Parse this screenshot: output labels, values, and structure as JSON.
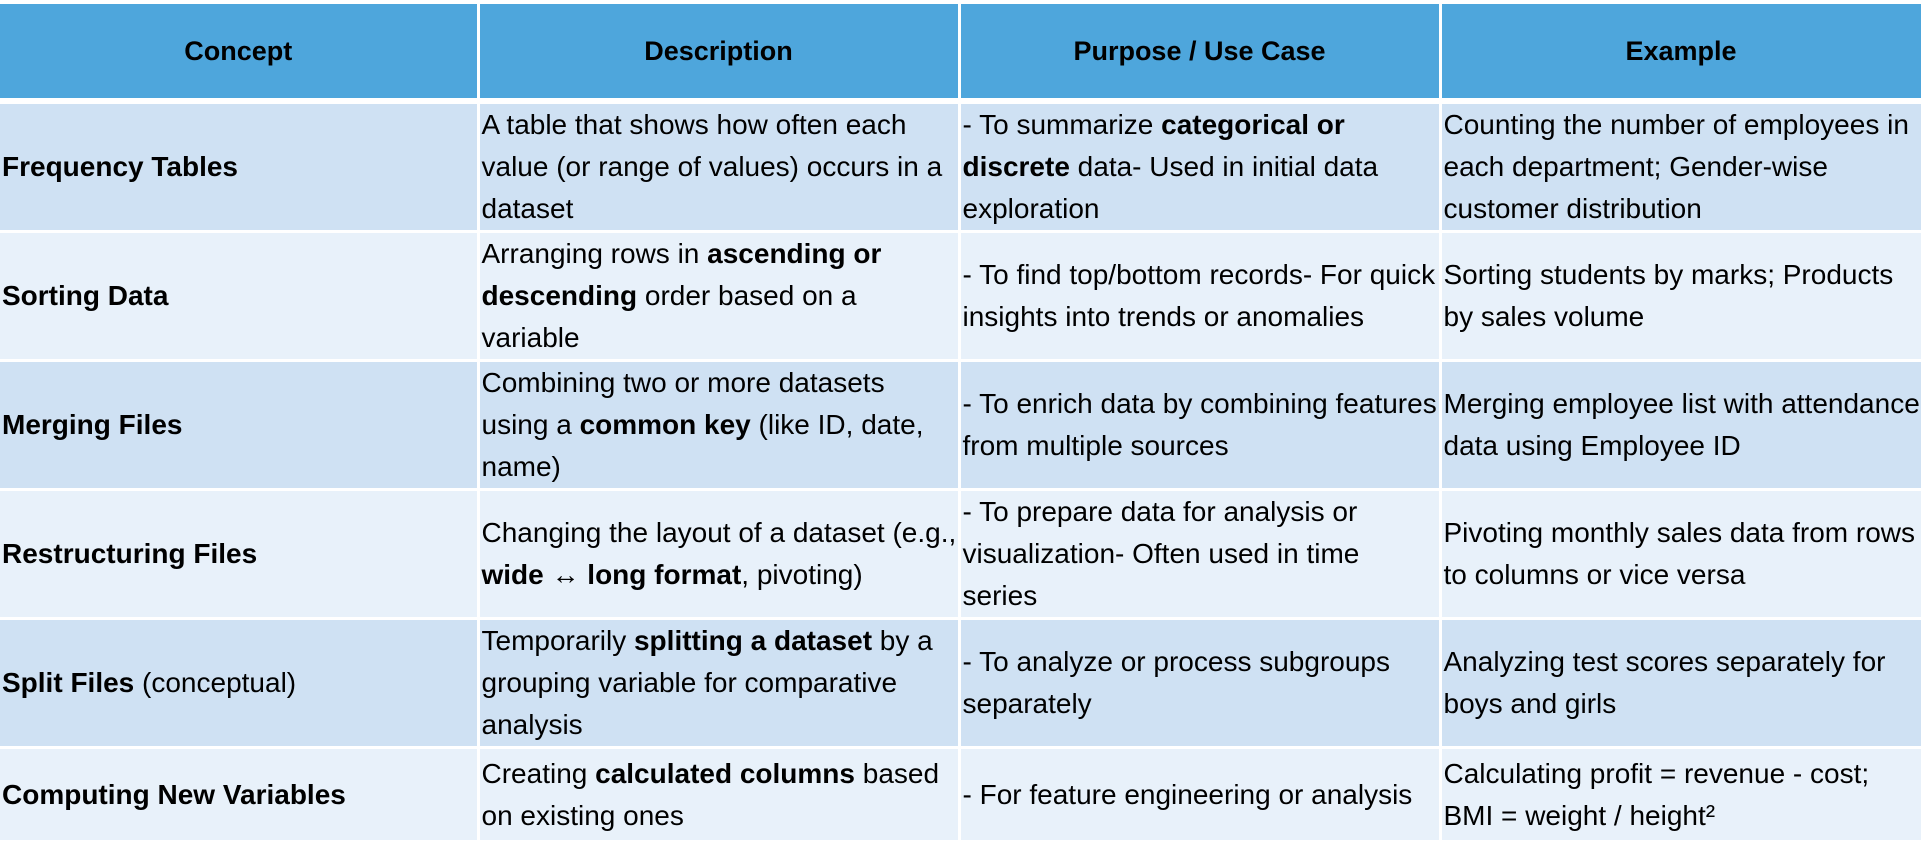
{
  "headers": [
    "Concept",
    "Description",
    "Purpose / Use Case",
    "Example"
  ],
  "rows": [
    {
      "concept": "Frequency Tables",
      "concept_suffix": "",
      "description": [
        "A table that shows how often each value (or range of values) occurs in a dataset"
      ],
      "purpose": [
        "- To summarize ",
        "categorical or discrete",
        " data- Used in initial data exploration"
      ],
      "example": "Counting the number of employees in each department; Gender-wise customer distribution"
    },
    {
      "concept": "Sorting Data",
      "concept_suffix": "",
      "description": [
        "Arranging rows in ",
        "ascending or descending",
        " order based on a variable"
      ],
      "purpose": [
        "- To find top/bottom records- For quick insights into trends or anomalies"
      ],
      "example": "Sorting students by marks; Products by sales volume"
    },
    {
      "concept": "Merging Files",
      "concept_suffix": "",
      "description": [
        "Combining two or more datasets using a ",
        "common key",
        " (like ID, date, name)"
      ],
      "purpose": [
        "- To enrich data by combining features from multiple sources"
      ],
      "example": "Merging employee list with attendance data using Employee ID"
    },
    {
      "concept": "Restructuring Files",
      "concept_suffix": "",
      "description": [
        "Changing the layout of a dataset (e.g., ",
        "wide ↔ long format",
        ", pivoting)"
      ],
      "purpose": [
        "- To prepare data for analysis or visualization- Often used in time series"
      ],
      "example": "Pivoting monthly sales data from rows to columns or vice versa"
    },
    {
      "concept": "Split Files",
      "concept_suffix": " (conceptual)",
      "description": [
        "Temporarily ",
        "splitting a dataset",
        " by a grouping variable for comparative analysis"
      ],
      "purpose": [
        "- To analyze or process subgroups separately"
      ],
      "example": "Analyzing test scores separately for boys and girls"
    },
    {
      "concept": "Computing New Variables",
      "concept_suffix": "",
      "description": [
        "Creating ",
        "calculated columns",
        " based on existing ones"
      ],
      "purpose": [
        "- For feature engineering or analysis"
      ],
      "example": "Calculating profit = revenue - cost; BMI = weight / height²"
    }
  ]
}
